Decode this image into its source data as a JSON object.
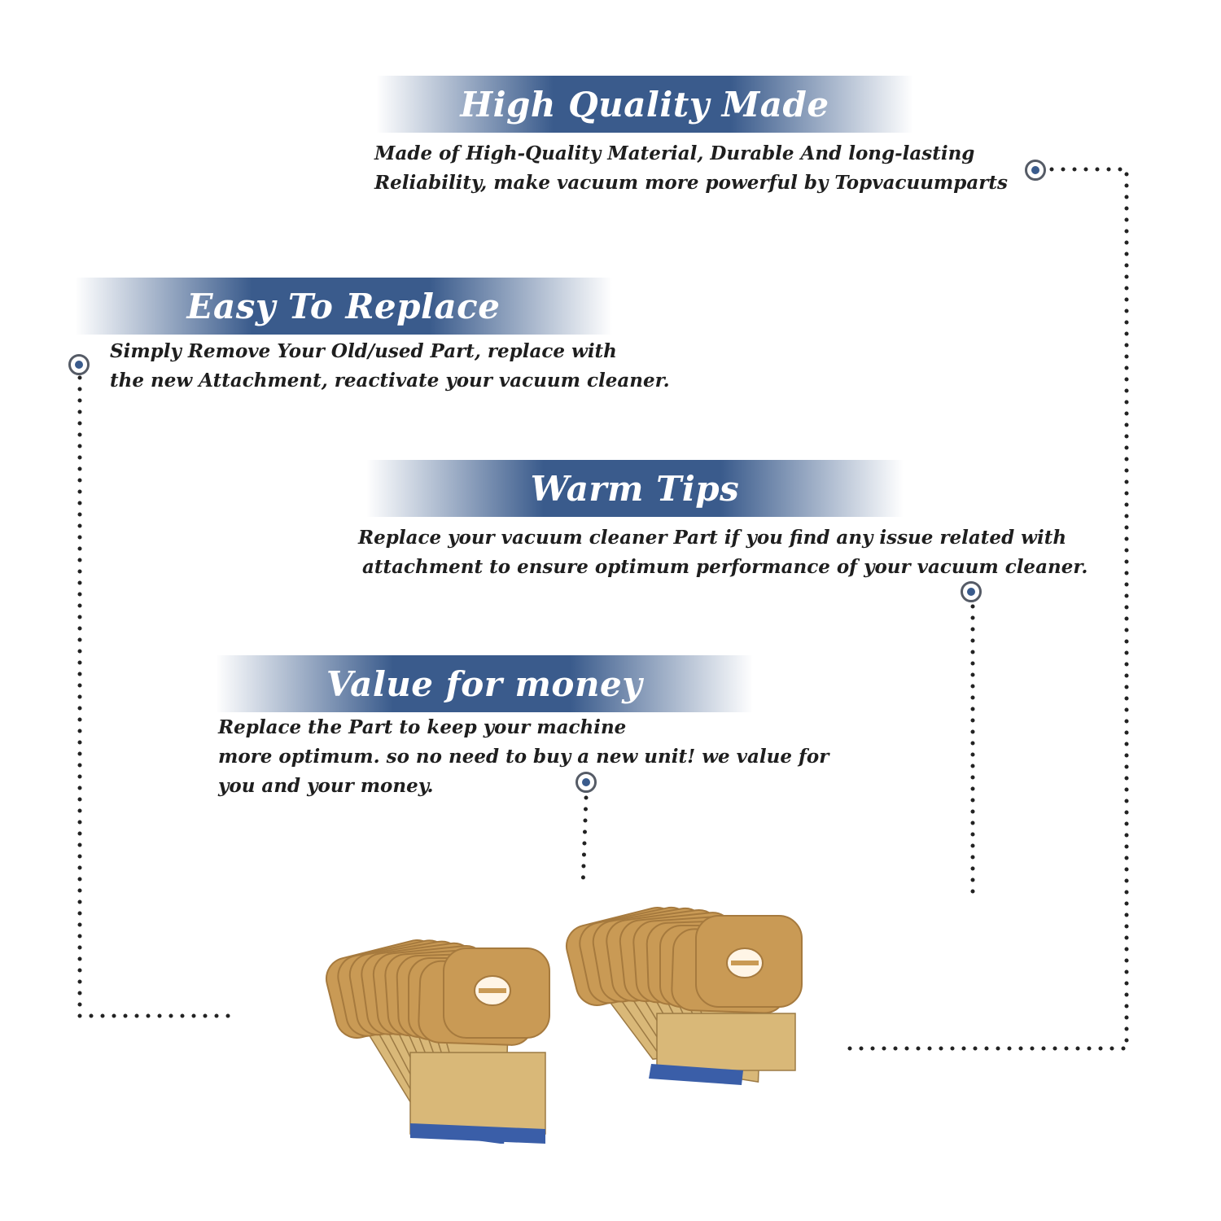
{
  "features": [
    {
      "title": "High Quality Made",
      "lines": [
        "Made of  High-Quality Material, Durable And long-lasting",
        "Reliability, make vacuum more powerful by Topvacuumparts"
      ]
    },
    {
      "title": "Easy To Replace",
      "lines": [
        "Simply Remove Your Old/used Part, replace with",
        "the new Attachment, reactivate your vacuum cleaner."
      ]
    },
    {
      "title": "Warm Tips",
      "lines": [
        "Replace your vacuum cleaner Part if you find any issue related with",
        "attachment to ensure optimum performance of your vacuum cleaner."
      ]
    },
    {
      "title": "Value for money",
      "lines": [
        "Replace the Part to keep your machine",
        "more optimum. so no need to buy a new unit! we value for",
        "you and your money."
      ]
    }
  ],
  "colors": {
    "banner_blue": "#3a5b8c",
    "text": "#1e1e1e",
    "bag_kraft": "#c99a55",
    "bag_collar": "#3a5ea8"
  },
  "icons": [
    "target-marker-icon",
    "vacuum-bag-stack-icon"
  ]
}
